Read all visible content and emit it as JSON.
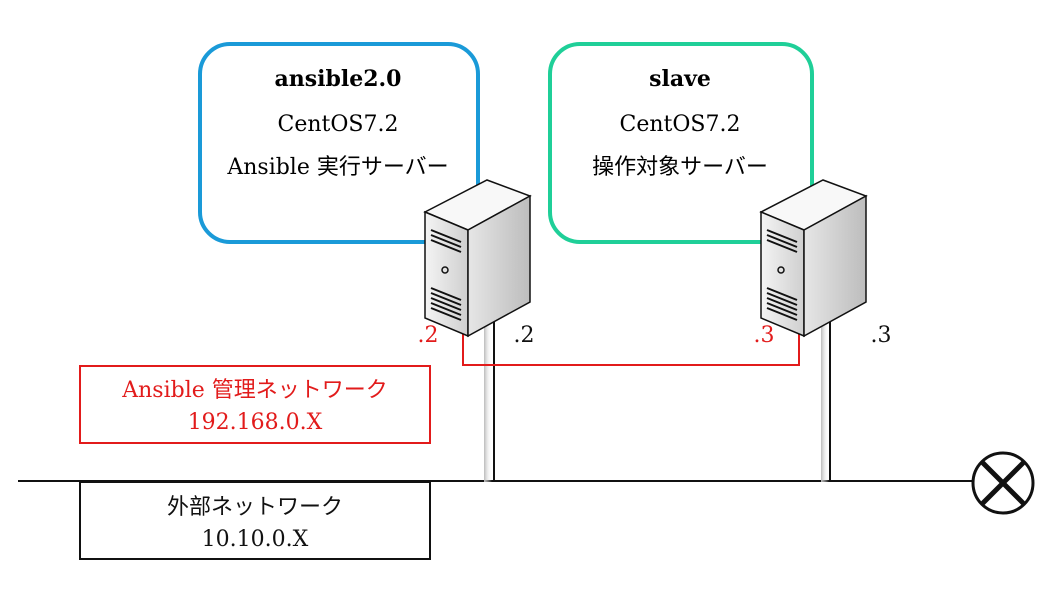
{
  "servers": [
    {
      "name": "ansible2.0",
      "os": "CentOS7.2",
      "role": "Ansible 実行サーバー",
      "border_color": "#1a9ad8"
    },
    {
      "name": "slave",
      "os": "CentOS7.2",
      "role": "操作対象サーバー",
      "border_color": "#1fcf98"
    }
  ],
  "addresses": {
    "ansible_mgmt": ".2",
    "ansible_ext": ".2",
    "slave_mgmt": ".3",
    "slave_ext": ".3"
  },
  "mgmt_network": {
    "name": "Ansible 管理ネットワーク",
    "subnet": "192.168.0.X",
    "color": "#e21b1b"
  },
  "ext_network": {
    "name": "外部ネットワーク",
    "subnet": "10.10.0.X"
  },
  "colors": {
    "line": "#111111",
    "mgmt": "#e21b1b"
  },
  "icons": {
    "server": "server-tower-icon",
    "gateway": "crossed-circle-icon"
  }
}
